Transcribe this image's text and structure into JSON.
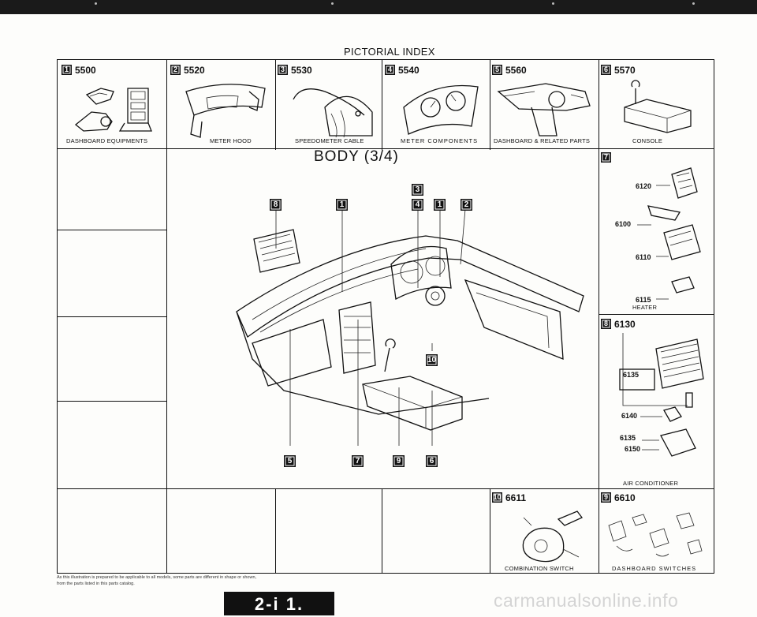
{
  "page_title": "PICTORIAL INDEX",
  "body_title": "BODY (3/4)",
  "top_row": [
    {
      "badge": "1",
      "code": "5500",
      "caption": "DASHBOARD EQUIPMENTS"
    },
    {
      "badge": "2",
      "code": "5520",
      "caption": "METER HOOD"
    },
    {
      "badge": "3",
      "code": "5530",
      "caption": "SPEEDOMETER CABLE"
    },
    {
      "badge": "4",
      "code": "5540",
      "caption": "METER COMPONENTS"
    },
    {
      "badge": "5",
      "code": "5560",
      "caption": "DASHBOARD & RELATED PARTS"
    },
    {
      "badge": "6",
      "code": "5570",
      "caption": "CONSOLE"
    }
  ],
  "heater": {
    "badge": "7",
    "parts": [
      "6120",
      "6100",
      "6110",
      "6115"
    ],
    "caption": "HEATER"
  },
  "air_conditioner": {
    "badge": "8",
    "code": "6130",
    "parts": [
      "6135",
      "6140",
      "6135",
      "6150"
    ],
    "caption": "AIR CONDITIONER"
  },
  "combination_switch": {
    "badge": "10",
    "code": "6611",
    "caption": "COMBINATION SWITCH"
  },
  "dashboard_switches": {
    "badge": "9",
    "code": "6610",
    "caption": "DASHBOARD SWITCHES"
  },
  "callouts": [
    "8",
    "1",
    "3",
    "4",
    "1",
    "2",
    "10",
    "5",
    "7",
    "9",
    "6"
  ],
  "footnote": "As this illustration is prepared to be applicable to all models, some parts are different in shape or shown, from the parts listed in this parts catalog.",
  "page_number": "2-i 1.",
  "watermark": "carmanualsonline.info"
}
